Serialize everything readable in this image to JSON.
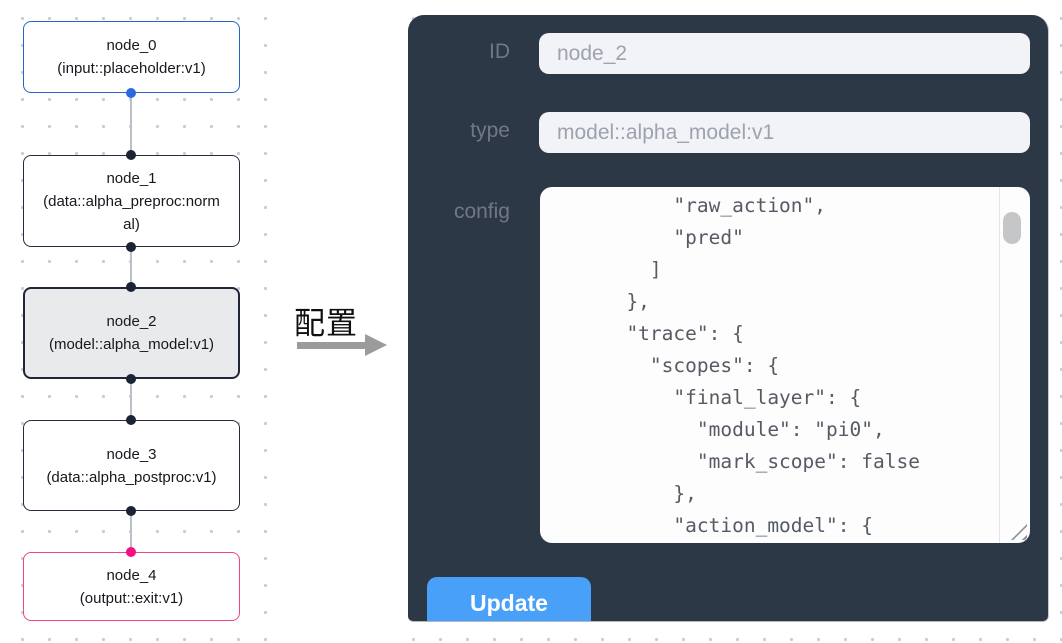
{
  "canvas": {
    "nodes": [
      {
        "title": "node_0",
        "subtitle": "(input::placeholder:v1)",
        "kind": "input",
        "port_color": "#2b6be0"
      },
      {
        "title": "node_1",
        "subtitle": "(data::alpha_preproc:normal)",
        "kind": "default",
        "port_color": "#1b2334"
      },
      {
        "title": "node_2",
        "subtitle": "(model::alpha_model:v1)",
        "kind": "selected",
        "port_color": "#1b2334"
      },
      {
        "title": "node_3",
        "subtitle": "(data::alpha_postproc:v1)",
        "kind": "default",
        "port_color": "#1b2334"
      },
      {
        "title": "node_4",
        "subtitle": "(output::exit:v1)",
        "kind": "output",
        "port_color": "#f50f82"
      }
    ]
  },
  "transition": {
    "label": "配置",
    "arrow": "right-arrow"
  },
  "panel": {
    "fields": [
      {
        "label": "ID",
        "value": "node_2"
      },
      {
        "label": "type",
        "value": "model::alpha_model:v1"
      }
    ],
    "config_label": "config",
    "config_text": "          \"raw_action\",\n          \"pred\"\n        ]\n      },\n      \"trace\": {\n        \"scopes\": {\n          \"final_layer\": {\n            \"module\": \"pi0\",\n            \"mark_scope\": false\n          },\n          \"action_model\": {",
    "update_label": "Update"
  },
  "colors": {
    "panel_bg": "#2d3847",
    "input_bg": "#f1f3f6",
    "button_blue": "#49a0f8",
    "node_border_default": "#252c3d",
    "node_border_input": "#2a63c8",
    "node_border_output": "#f04486",
    "node_selected_bg": "#e9eaec",
    "edge_gray": "#bcc0c6",
    "dot_grid": "#c9ccd2"
  }
}
